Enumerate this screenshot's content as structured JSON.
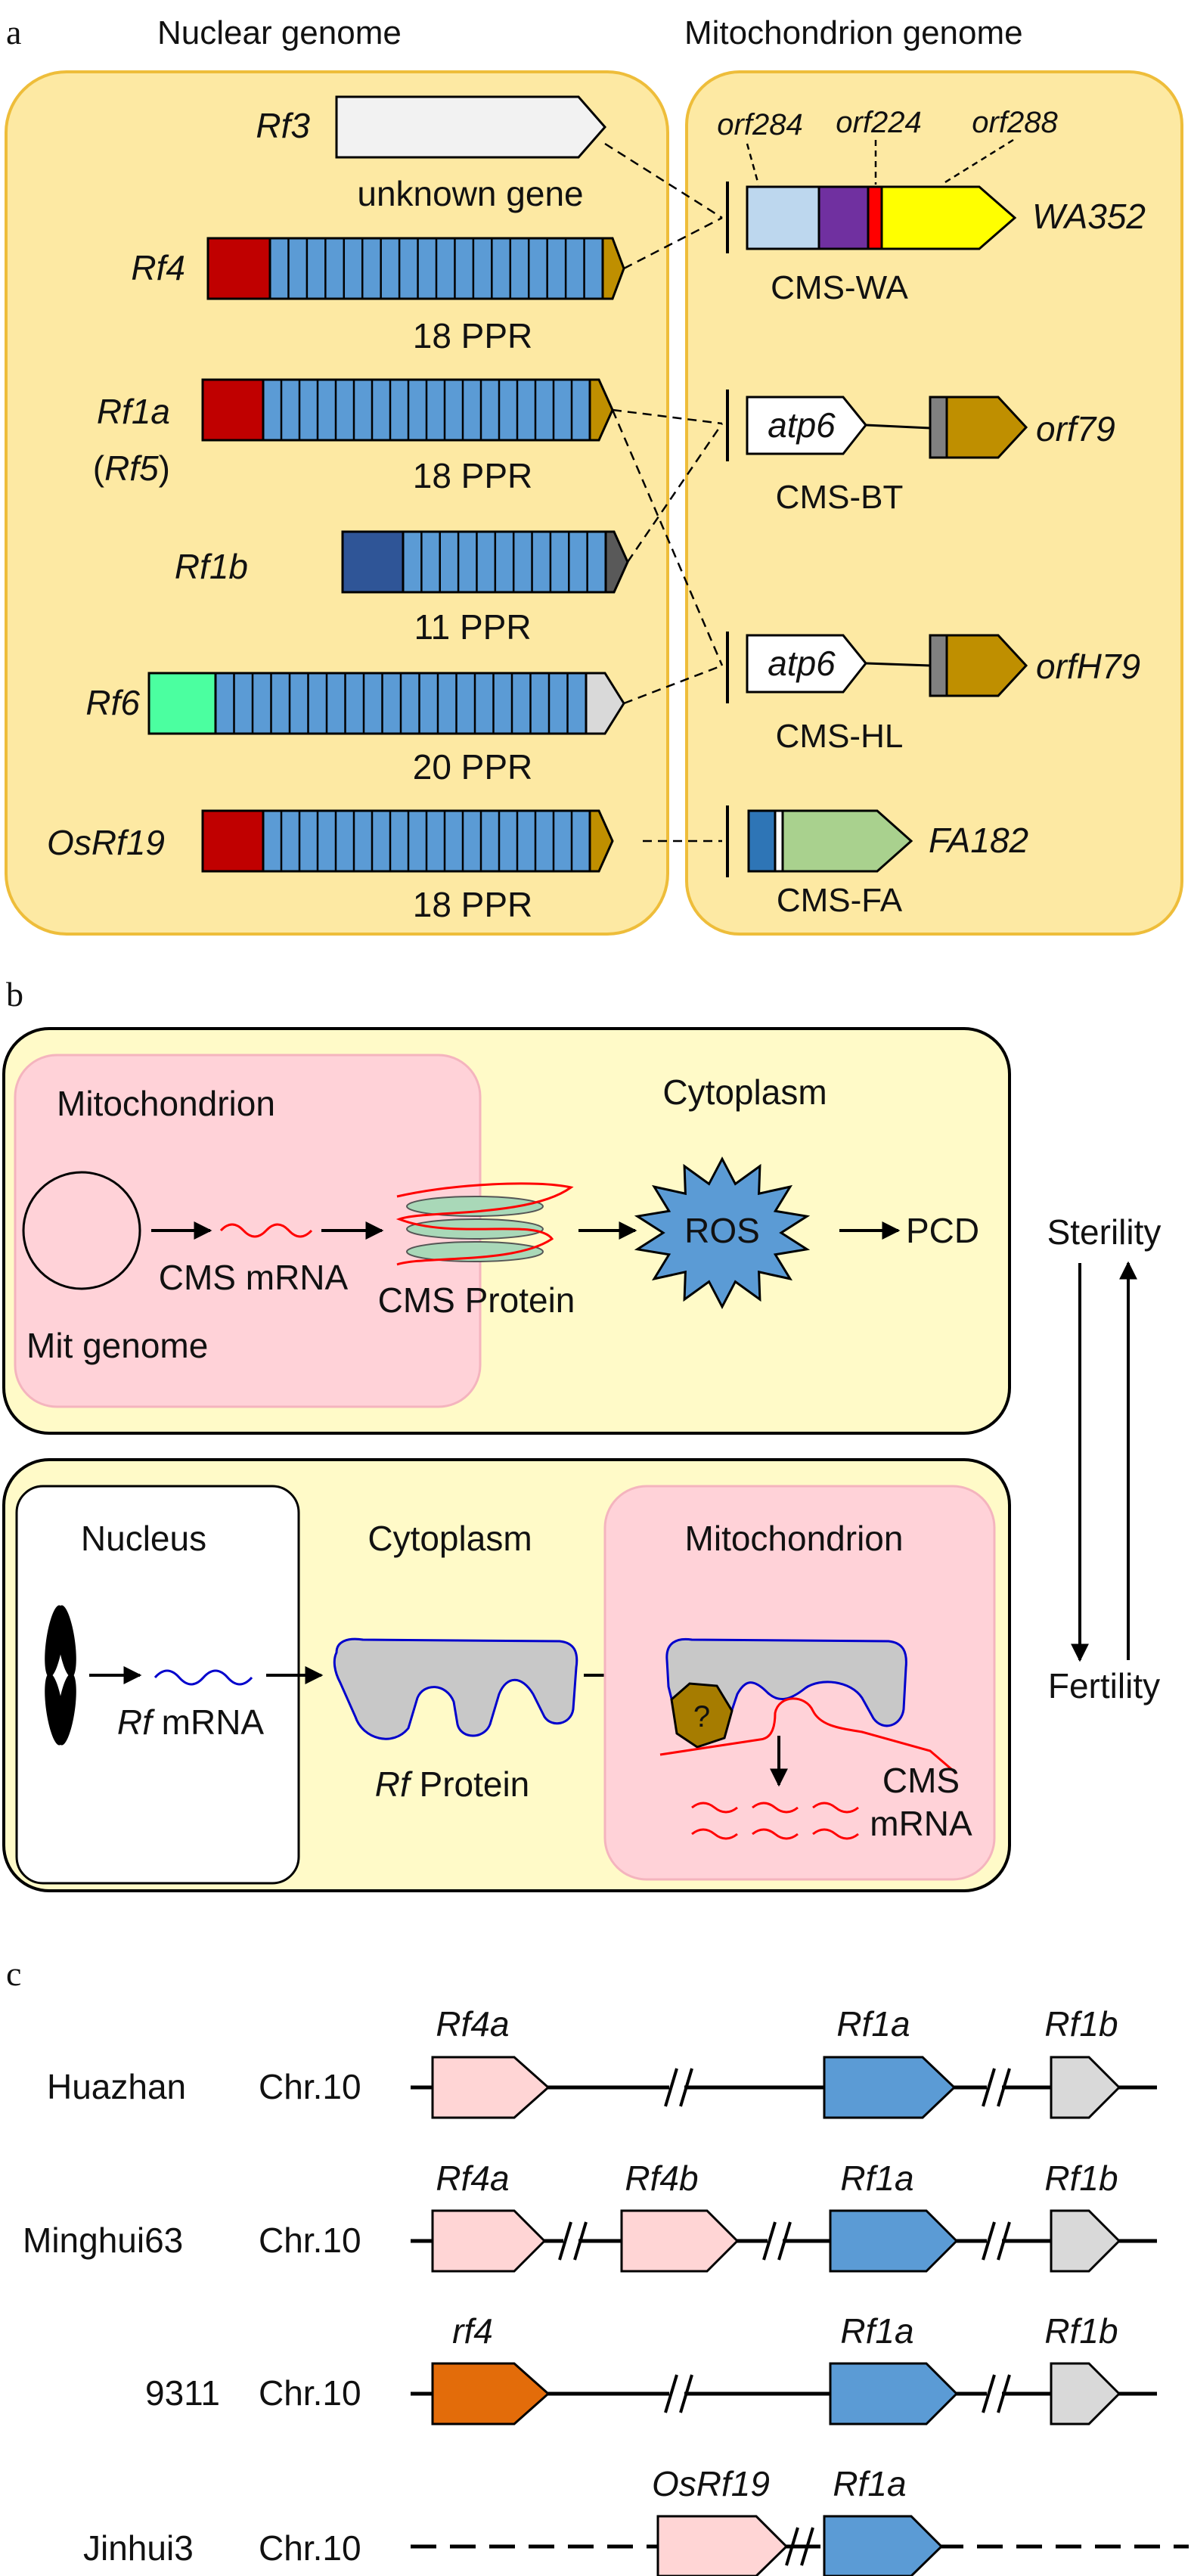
{
  "panels": {
    "a": "a",
    "b": "b",
    "c": "c"
  },
  "panel_a": {
    "nuclear_title": "Nuclear genome",
    "mito_title": "Mitochondrion genome",
    "genes": [
      {
        "name": "Rf3",
        "caption": "unknown gene"
      },
      {
        "name": "Rf4",
        "caption": "18 PPR"
      },
      {
        "name": "Rf1a",
        "alias": "Rf5",
        "caption": "18 PPR"
      },
      {
        "name": "Rf1b",
        "caption": "11 PPR"
      },
      {
        "name": "Rf6",
        "caption": "20 PPR"
      },
      {
        "name": "OsRf19",
        "caption": "18 PPR"
      }
    ],
    "paren_open": "(",
    "paren_close": ")",
    "mito": {
      "wa": {
        "orf284": "orf284",
        "orf224": "orf224",
        "orf288": "orf288",
        "gene": "WA352",
        "label": "CMS-WA"
      },
      "bt": {
        "atp6": "atp6",
        "gene": "orf79",
        "label": "CMS-BT"
      },
      "hl": {
        "atp6": "atp6",
        "gene": "orfH79",
        "label": "CMS-HL"
      },
      "fa": {
        "gene": "FA182",
        "label": "CMS-FA"
      }
    },
    "ppr_repeats": {
      "Rf4": 18,
      "Rf1a": 18,
      "Rf1b": 11,
      "Rf6": 20,
      "OsRf19": 18
    },
    "colors": {
      "background": "#fde9a3",
      "border": "#eebd3a",
      "ppr": "#5b9bd5",
      "red": "#c00000",
      "gold": "#bf8f00",
      "navy": "#2f5597",
      "mint": "#4bffa0"
    }
  },
  "panel_b": {
    "top": {
      "mitochondrion": "Mitochondrion",
      "cytoplasm": "Cytoplasm",
      "cms_mrna": "CMS mRNA",
      "cms_protein": "CMS Protein",
      "ros": "ROS",
      "pcd": "PCD",
      "mit_genome": "Mit genome"
    },
    "bottom": {
      "nucleus": "Nucleus",
      "cytoplasm": "Cytoplasm",
      "mitochondrion": "Mitochondrion",
      "rf_mrna_it": "Rf",
      "rf_mrna_rest": " mRNA",
      "rf_protein_it": "Rf",
      "rf_protein_rest": " Protein",
      "unknown": "?",
      "cms": "CMS",
      "mrna": "mRNA"
    },
    "sterility": "Sterility",
    "fertility": "Fertility",
    "colors": {
      "box": "#fffac8",
      "mito": "#ffd2d8",
      "ros": "#5b9bd5"
    }
  },
  "panel_c": {
    "rows": [
      {
        "cultivar": "Huazhan",
        "chr": "Chr.10",
        "genes": [
          "Rf4a",
          "Rf1a",
          "Rf1b"
        ]
      },
      {
        "cultivar": "Minghui63",
        "chr": "Chr.10",
        "genes": [
          "Rf4a",
          "Rf4b",
          "Rf1a",
          "Rf1b"
        ]
      },
      {
        "cultivar": "9311",
        "chr": "Chr.10",
        "genes": [
          "rf4",
          "Rf1a",
          "Rf1b"
        ]
      },
      {
        "cultivar": "Jinhui3",
        "chr": "Chr.10",
        "genes": [
          "OsRf19",
          "Rf1a"
        ]
      }
    ],
    "colors": {
      "pink": "#ffd5d5",
      "blue": "#5b9bd5",
      "grey": "#d9d9d9",
      "orange": "#e36c0a"
    }
  }
}
